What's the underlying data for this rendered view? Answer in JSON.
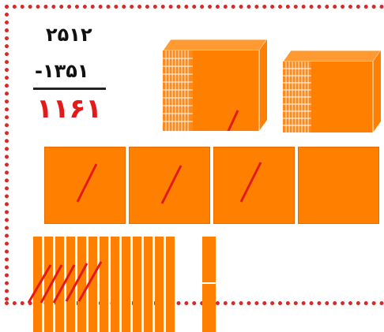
{
  "equation": {
    "minuend": "۲۵۱۲",
    "subtrahend": "-۱۳۵۱",
    "result": "۱۱۶۱"
  },
  "blocks": {
    "thousands": 2,
    "thousands_crossed": 1,
    "hundreds": 4,
    "hundreds_crossed": 3,
    "tens": 13,
    "tens_crossed": 5,
    "ones": 2
  },
  "colors": {
    "block": "#ff7f00",
    "block_shade": "#e86c00",
    "cross_mark": "#e21a1a",
    "frame_dots": "#d42a2a",
    "result": "#e21a1a"
  }
}
